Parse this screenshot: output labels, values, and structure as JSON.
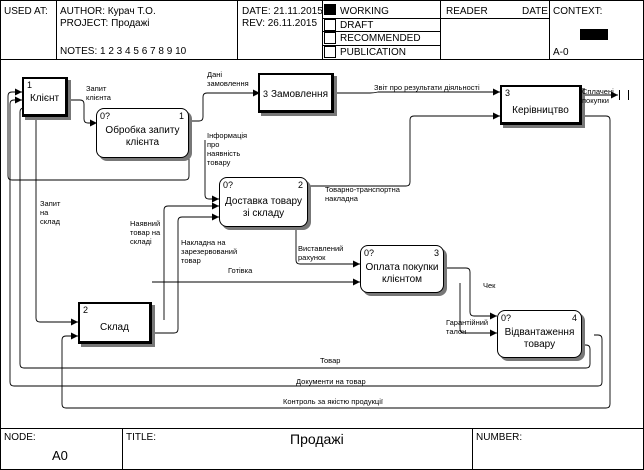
{
  "header": {
    "used_at_label": "USED AT:",
    "author": "AUTHOR:  Курач Т.О.",
    "project": "PROJECT:  Продажі",
    "date": "DATE:  21.11.2015",
    "rev": "REV:   26.11.2015",
    "notes": "NOTES:  1  2  3  4  5  6  7  8  9  10",
    "status": [
      "WORKING",
      "DRAFT",
      "RECOMMENDED",
      "PUBLICATION"
    ],
    "reader_label": "READER",
    "date_label": "DATE",
    "context_label": "CONTEXT:",
    "context_node": "A-0"
  },
  "footer": {
    "node_label": "NODE:",
    "node_value": "A0",
    "title_label": "TITLE:",
    "title_value": "Продажі",
    "number_label": "NUMBER:"
  },
  "boxes": [
    {
      "id": "client",
      "label": "Клієнт",
      "num": "1",
      "cost": ""
    },
    {
      "id": "orders",
      "label": "Замовлення",
      "num": "3",
      "cost": ""
    },
    {
      "id": "manager",
      "label": "Керівництво",
      "num": "3",
      "cost": ""
    },
    {
      "id": "warehouse",
      "label": "Склад",
      "num": "2",
      "cost": ""
    },
    {
      "id": "process",
      "label": "Обробка запиту\nклієнта",
      "num": "1",
      "cost": "0?"
    },
    {
      "id": "delivery",
      "label": "Доставка товару\nзі складу",
      "num": "2",
      "cost": "0?"
    },
    {
      "id": "payment",
      "label": "Оплата покупки\nклієнтом",
      "num": "3",
      "cost": "0?"
    },
    {
      "id": "shipment",
      "label": "Відвантаження\nтовару",
      "num": "4",
      "cost": "0?"
    }
  ],
  "arrows": {
    "client_request": "Запит\nклієнта",
    "order_data": "Дані\nзамовлення",
    "report": "Звіт про результати діяльності",
    "paid_purchases": "Сплачені\nпокупки",
    "availability_info": "Інформація\nпро\nнаявність\nтовару",
    "stock_request": "Запит\nна\nсклад",
    "goods_available": "Наявний\nтовар на\nскладі",
    "waybill": "Товарно-транспортна\nнакладна",
    "reserved_invoice": "Накладна на\nзарезервований\nтовар",
    "invoice_issued": "Виставлений\nрахунок",
    "cash": "Готівка",
    "receipt": "Чек",
    "warranty": "Гарантійний\nталон",
    "goods": "Товар",
    "documents": "Документи на товар",
    "quality": "Контроль за якістю продукції"
  }
}
